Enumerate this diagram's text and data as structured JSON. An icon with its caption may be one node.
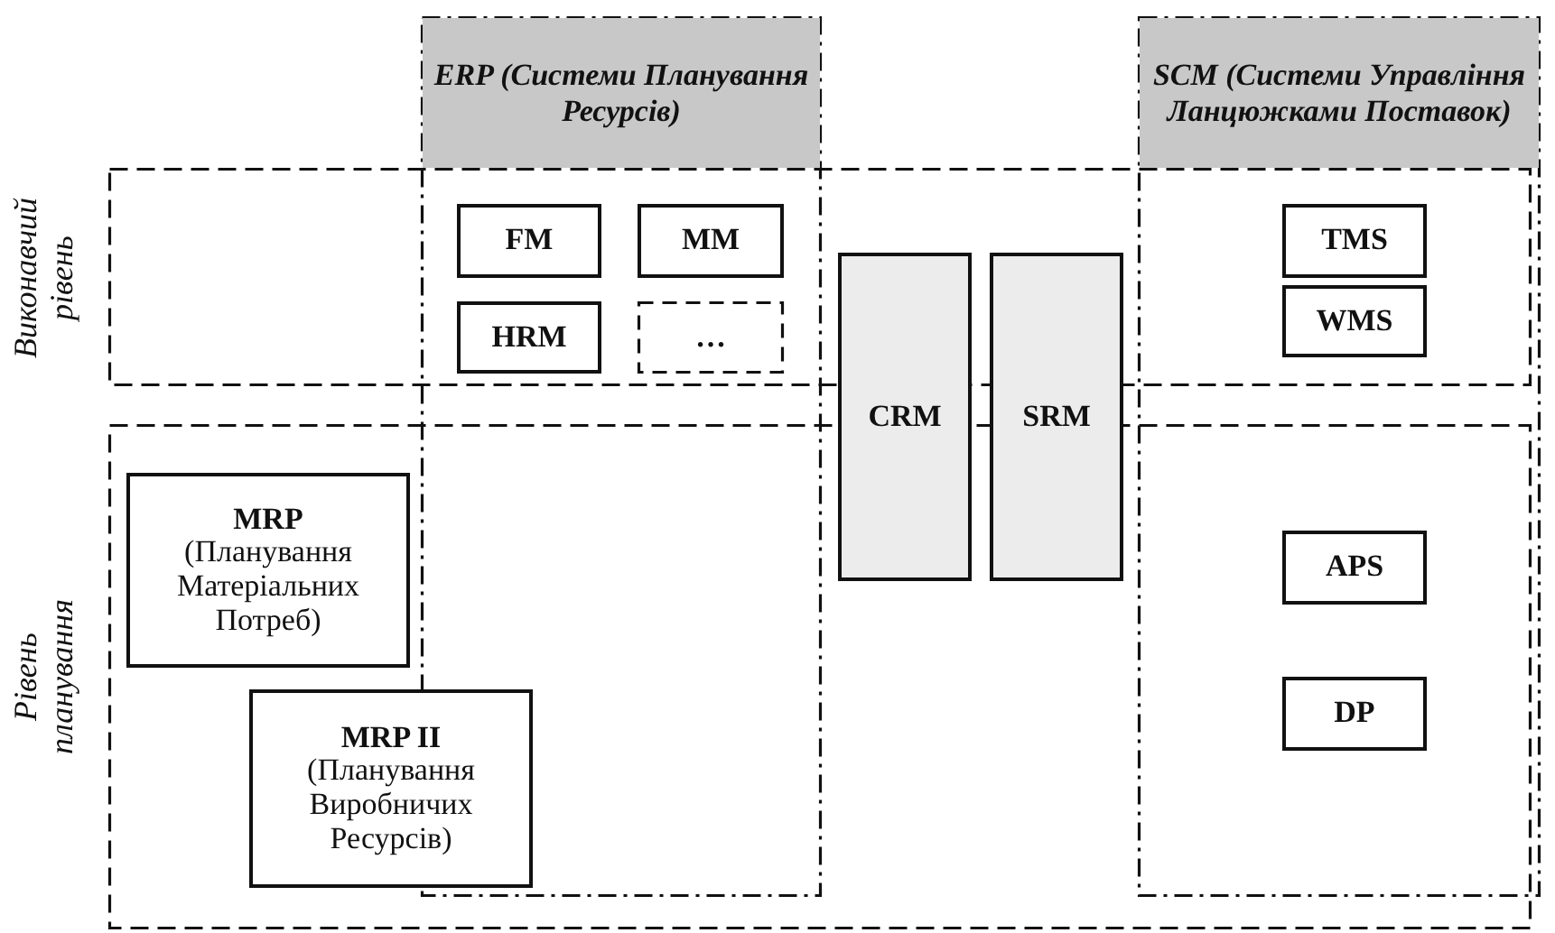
{
  "diagram": {
    "nodes": [
      {
        "text": [
          "ERP (Системи Планування Ресурсів)"
        ]
      },
      {
        "text": [
          "SCM (Системи Управління Ланцюжками Поставок)"
        ]
      },
      {
        "text": [
          "Виконавчий рівень"
        ]
      },
      {
        "text": [
          "FM"
        ]
      },
      {
        "text": [
          "MM"
        ]
      },
      {
        "text": [
          "HRM"
        ]
      },
      {
        "text": [
          "…"
        ]
      },
      {
        "text": [
          "CRM"
        ]
      },
      {
        "text": [
          "SRM"
        ]
      },
      {
        "text": [
          "TMS"
        ]
      },
      {
        "text": [
          "WMS"
        ]
      },
      {
        "text": [
          "Рівень планування"
        ]
      },
      {
        "text": [
          "MRP",
          "(Планування Матеріальних Потреб)"
        ],
        "in": 11
      },
      {
        "text": [
          "MRP II",
          "(Планування Виробничих Ресурсів)"
        ],
        "in": 11
      },
      {
        "text": [
          "APS"
        ]
      },
      {
        "text": [
          "DP"
        ]
      }
    ]
  }
}
